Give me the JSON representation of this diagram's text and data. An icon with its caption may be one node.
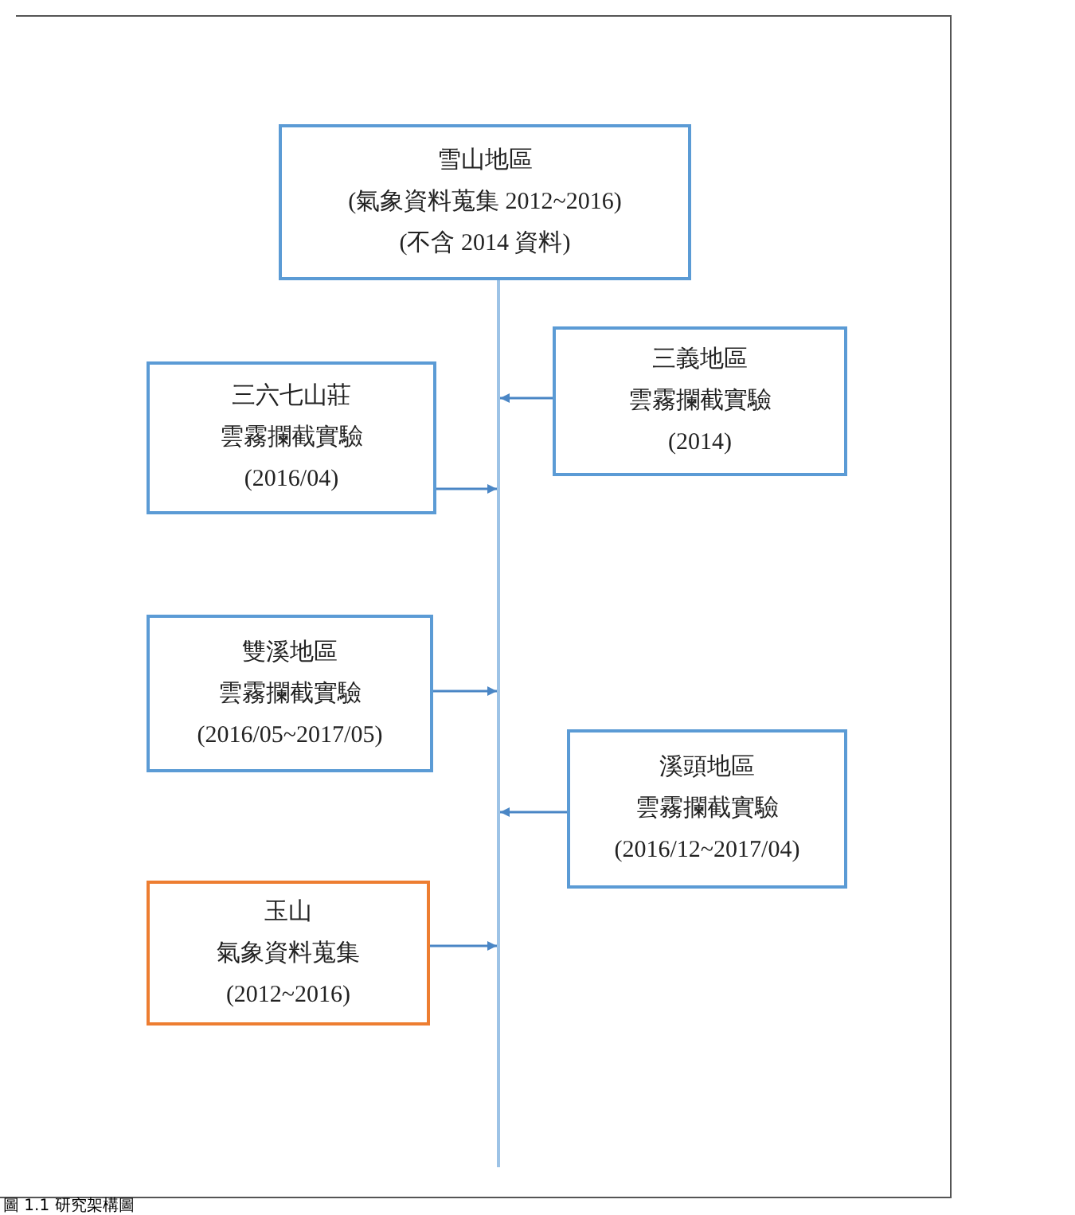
{
  "diagram": {
    "caption": "圖 1.1 研究架構圖",
    "nodes": [
      {
        "text": [
          "雪山地區",
          "(氣象資料蒐集 2012~2016)",
          "(不含 2014 資料)"
        ]
      },
      {
        "text": [
          "三六七山莊",
          "雲霧攔截實驗",
          "(2016/04)"
        ]
      },
      {
        "text": [
          "三義地區",
          "雲霧攔截實驗",
          "(2014)"
        ]
      },
      {
        "text": [
          "雙溪地區",
          "雲霧攔截實驗",
          "(2016/05~2017/05)"
        ]
      },
      {
        "text": [
          "溪頭地區",
          "雲霧攔截實驗",
          "(2016/12~2017/04)"
        ]
      },
      {
        "text": [
          "玉山",
          "氣象資料蒐集",
          "(2012~2016)"
        ]
      },
      {
        "text": [],
        "shape": "line"
      }
    ],
    "edges": [
      {
        "from": 2,
        "to": 6,
        "arrow": "to"
      },
      {
        "from": 1,
        "to": 6,
        "arrow": "to"
      },
      {
        "from": 3,
        "to": 6,
        "arrow": "to"
      },
      {
        "from": 4,
        "to": 6,
        "arrow": "to"
      },
      {
        "from": 5,
        "to": 6,
        "arrow": "to"
      }
    ]
  }
}
